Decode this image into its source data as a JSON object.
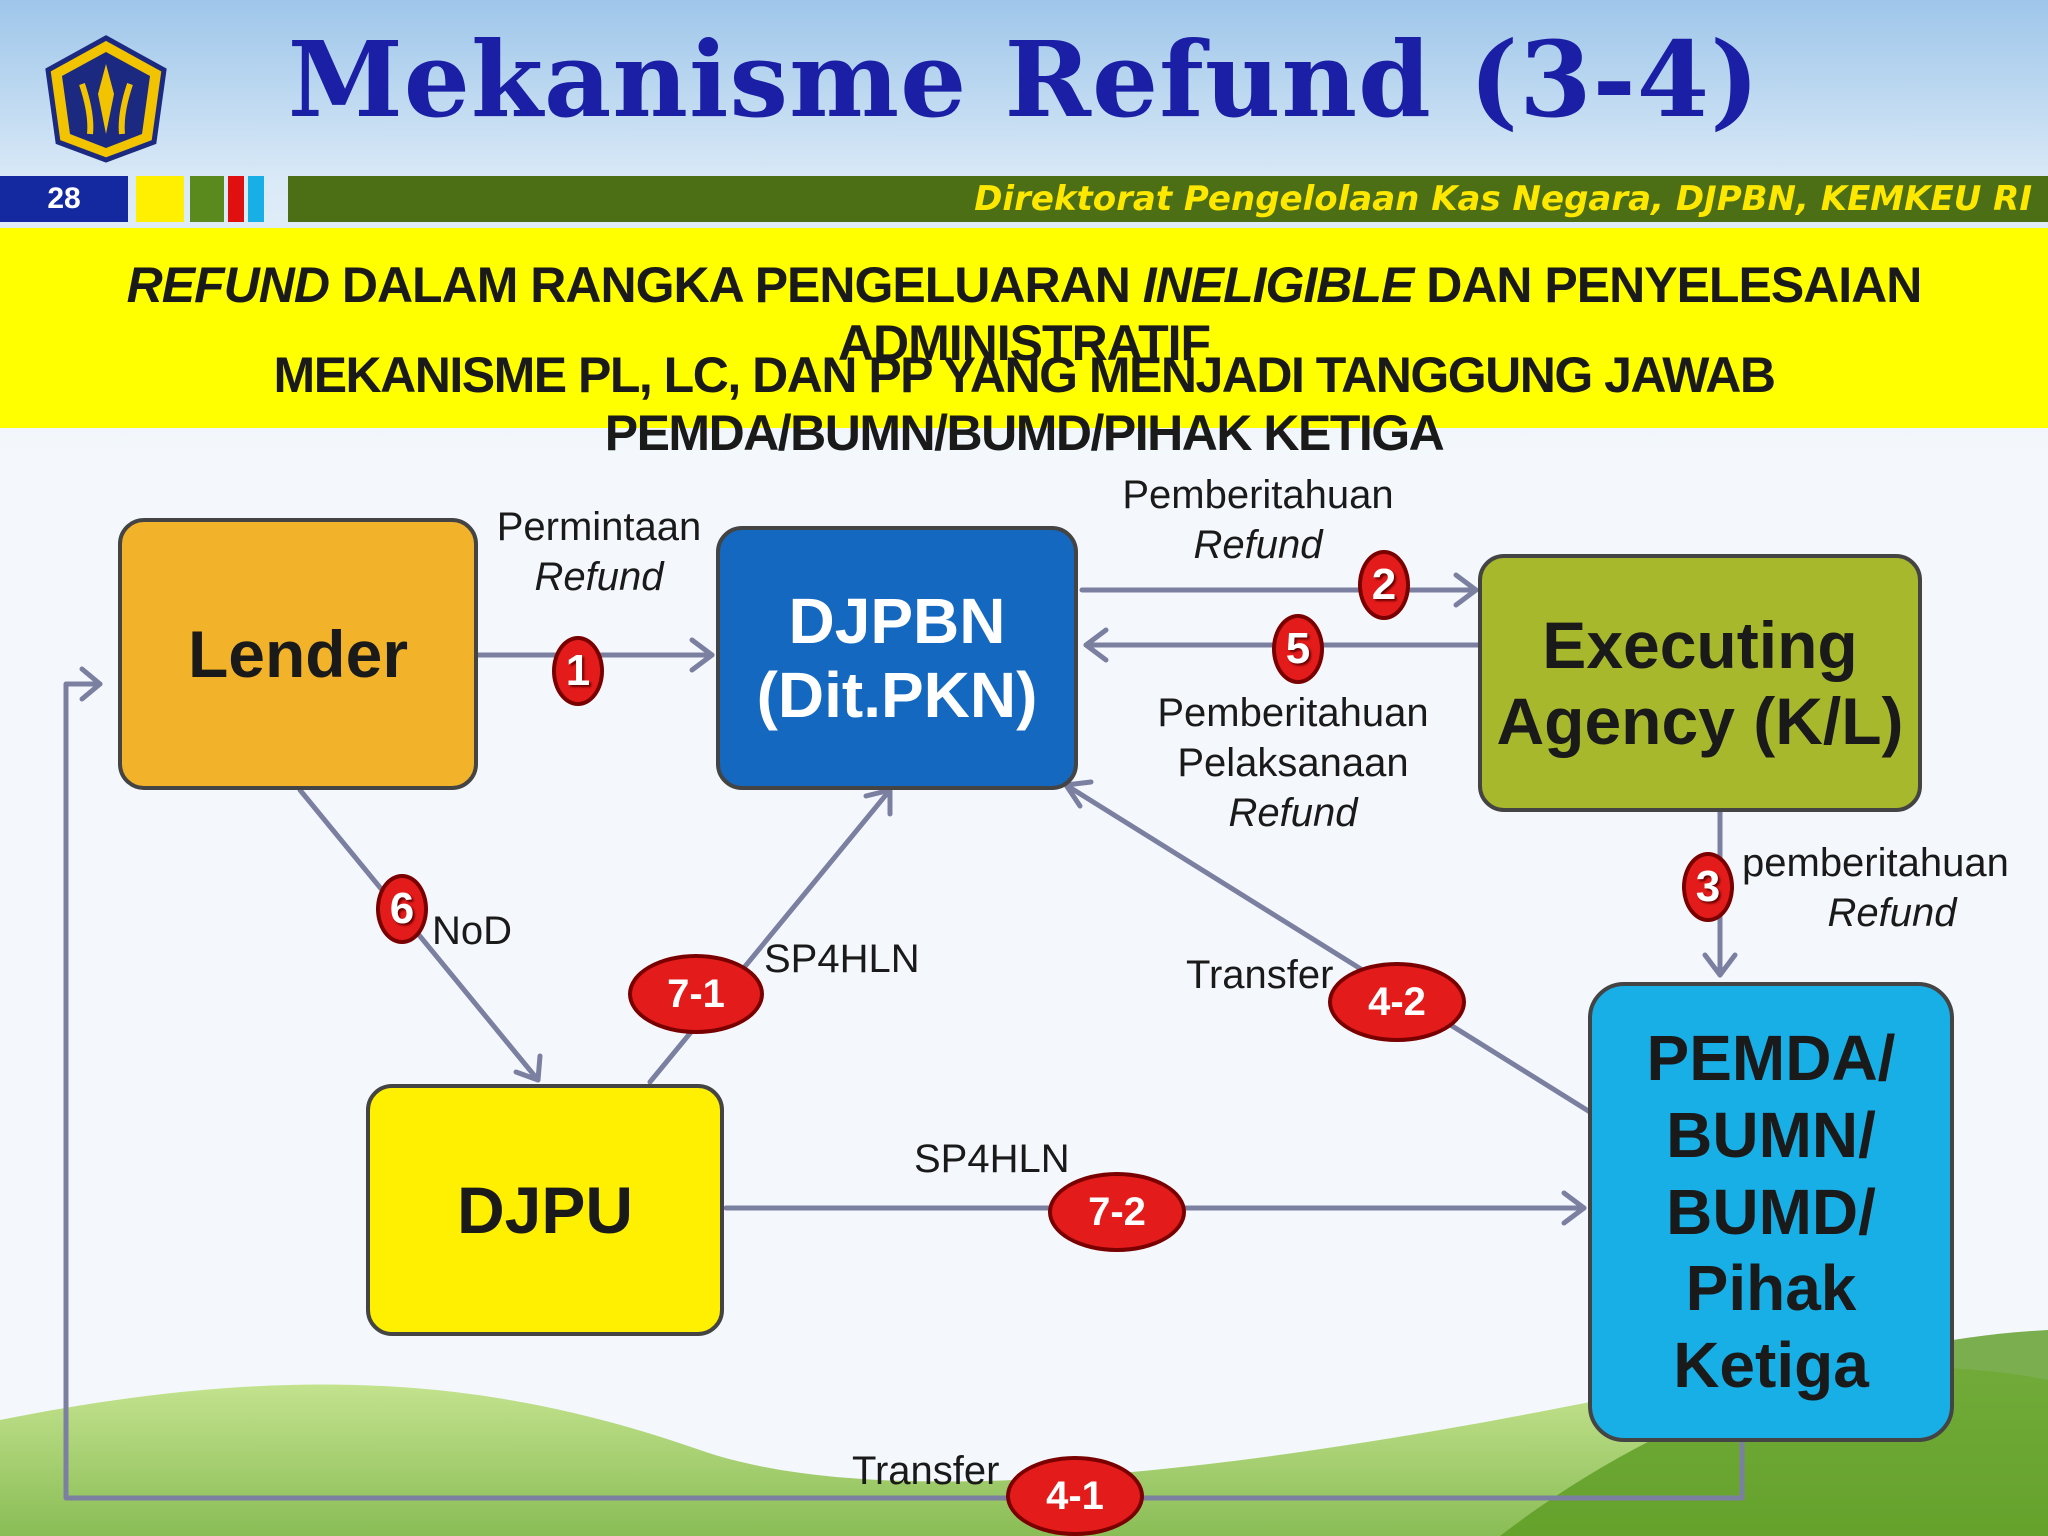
{
  "header": {
    "title": "Mekanisme Refund (3-4)",
    "page_number": "28",
    "department": "Direktorat  Pengelolaan Kas Negara, DJPBN, KEMKEU RI"
  },
  "subtitle": {
    "line1_refund": "REFUND",
    "line1_a": " DALAM RANGKA PENGELUARAN ",
    "line1_ineligible": "INELIGIBLE",
    "line1_b": " DAN PENYELESAIAN ADMINISTRATIF",
    "line2": "MEKANISME PL, LC, DAN PP YANG MENJADI TANGGUNG JAWAB PEMDA/BUMN/BUMD/PIHAK KETIGA"
  },
  "nodes": {
    "lender": "Lender",
    "djpbn_l1": "DJPBN",
    "djpbn_l2": "(Dit.PKN)",
    "executing_l1": "Executing",
    "executing_l2": "Agency (K/L)",
    "djpu": "DJPU",
    "pemda_l1": "PEMDA/",
    "pemda_l2": "BUMN/",
    "pemda_l3": "BUMD/",
    "pemda_l4": "Pihak",
    "pemda_l5": "Ketiga"
  },
  "labels": {
    "permintaan": "Permintaan",
    "refund": "Refund",
    "pemberitahuan": "Pemberitahuan",
    "pemberitahuan_lower": "pemberitahuan",
    "pelaksanaan": "Pelaksanaan ",
    "nod": "NoD",
    "sp4hln": "SP4HLN",
    "transfer": "Transfer"
  },
  "steps": {
    "s1": "1",
    "s2": "2",
    "s3": "3",
    "s5": "5",
    "s6": "6",
    "s7_1": "7-1",
    "s7_2": "7-2",
    "s4_1": "4-1",
    "s4_2": "4-2"
  },
  "colors": {
    "lender": "#f2b22a",
    "djpbn": "#1468bf",
    "executing": "#a8b82c",
    "djpu": "#ffef00",
    "pemda": "#18aee6",
    "arrow": "#7b7fa0",
    "step": "#e41b1b"
  }
}
